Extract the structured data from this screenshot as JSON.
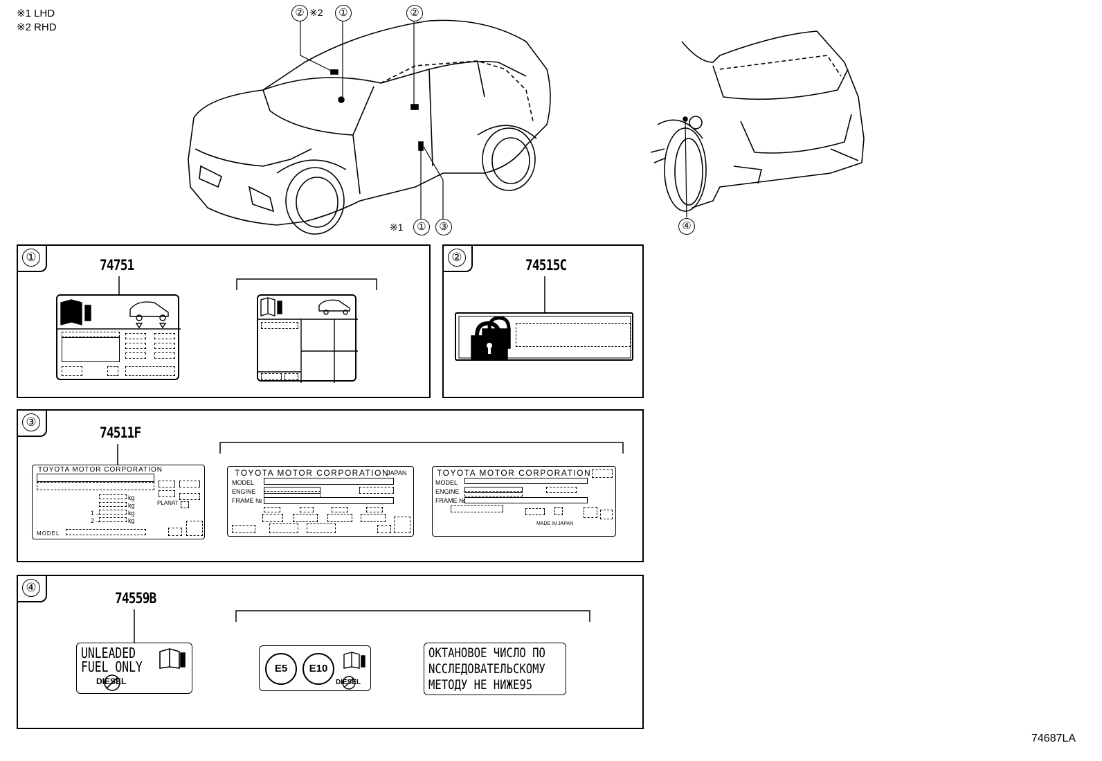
{
  "notes": {
    "lhd": "※1 LHD",
    "rhd": "※2 RHD"
  },
  "callouts": {
    "front_top": [
      "②",
      "※2",
      "①"
    ],
    "pillar_top": "②",
    "bottom_mark": "※1",
    "bottom_one": "①",
    "bottom_three": "③",
    "rear": "④"
  },
  "panels": [
    {
      "index": "①",
      "part_number": "74751"
    },
    {
      "index": "②",
      "part_number": "74515C"
    },
    {
      "index": "③",
      "part_number": "74511F"
    },
    {
      "index": "④",
      "part_number": "74559B"
    }
  ],
  "plate_texts": {
    "plate1_header": "TOYOTA MOTOR CORPORATION",
    "plate1_units": [
      "kg",
      "kg",
      "kg",
      "kg"
    ],
    "plate1_row_marks": [
      "1→",
      "2→"
    ],
    "plate1_side": [
      "PLANAT"
    ],
    "plate1_model": "MODEL",
    "plate2_header": "TOYOTA  MOTOR  CORPORATION",
    "plate2_country": "JAPAN",
    "plate2_rows": [
      "MODEL",
      "ENGINE",
      "FRAME №"
    ],
    "plate3_header": "TOYOTA  MOTOR  CORPORATION",
    "plate3_rows": [
      "MODEL",
      "ENGINE",
      "FRAME №"
    ],
    "plate3_made": "MADE IN JAPAN"
  },
  "fuel_labels": {
    "unleaded_line1": "UNLEADED",
    "unleaded_line2": "FUEL ONLY",
    "diesel": "DIESEL",
    "e5": "E5",
    "e10": "E10",
    "russian_line1": "ОКТАНОВОЕ ЧИСЛО ПО",
    "russian_line2": "NССЛЕДОВАТЕЛЬСКОМУ",
    "russian_line3": "МЕТОДУ НЕ НИЖЕ95"
  },
  "diagram_id": "74687LA"
}
